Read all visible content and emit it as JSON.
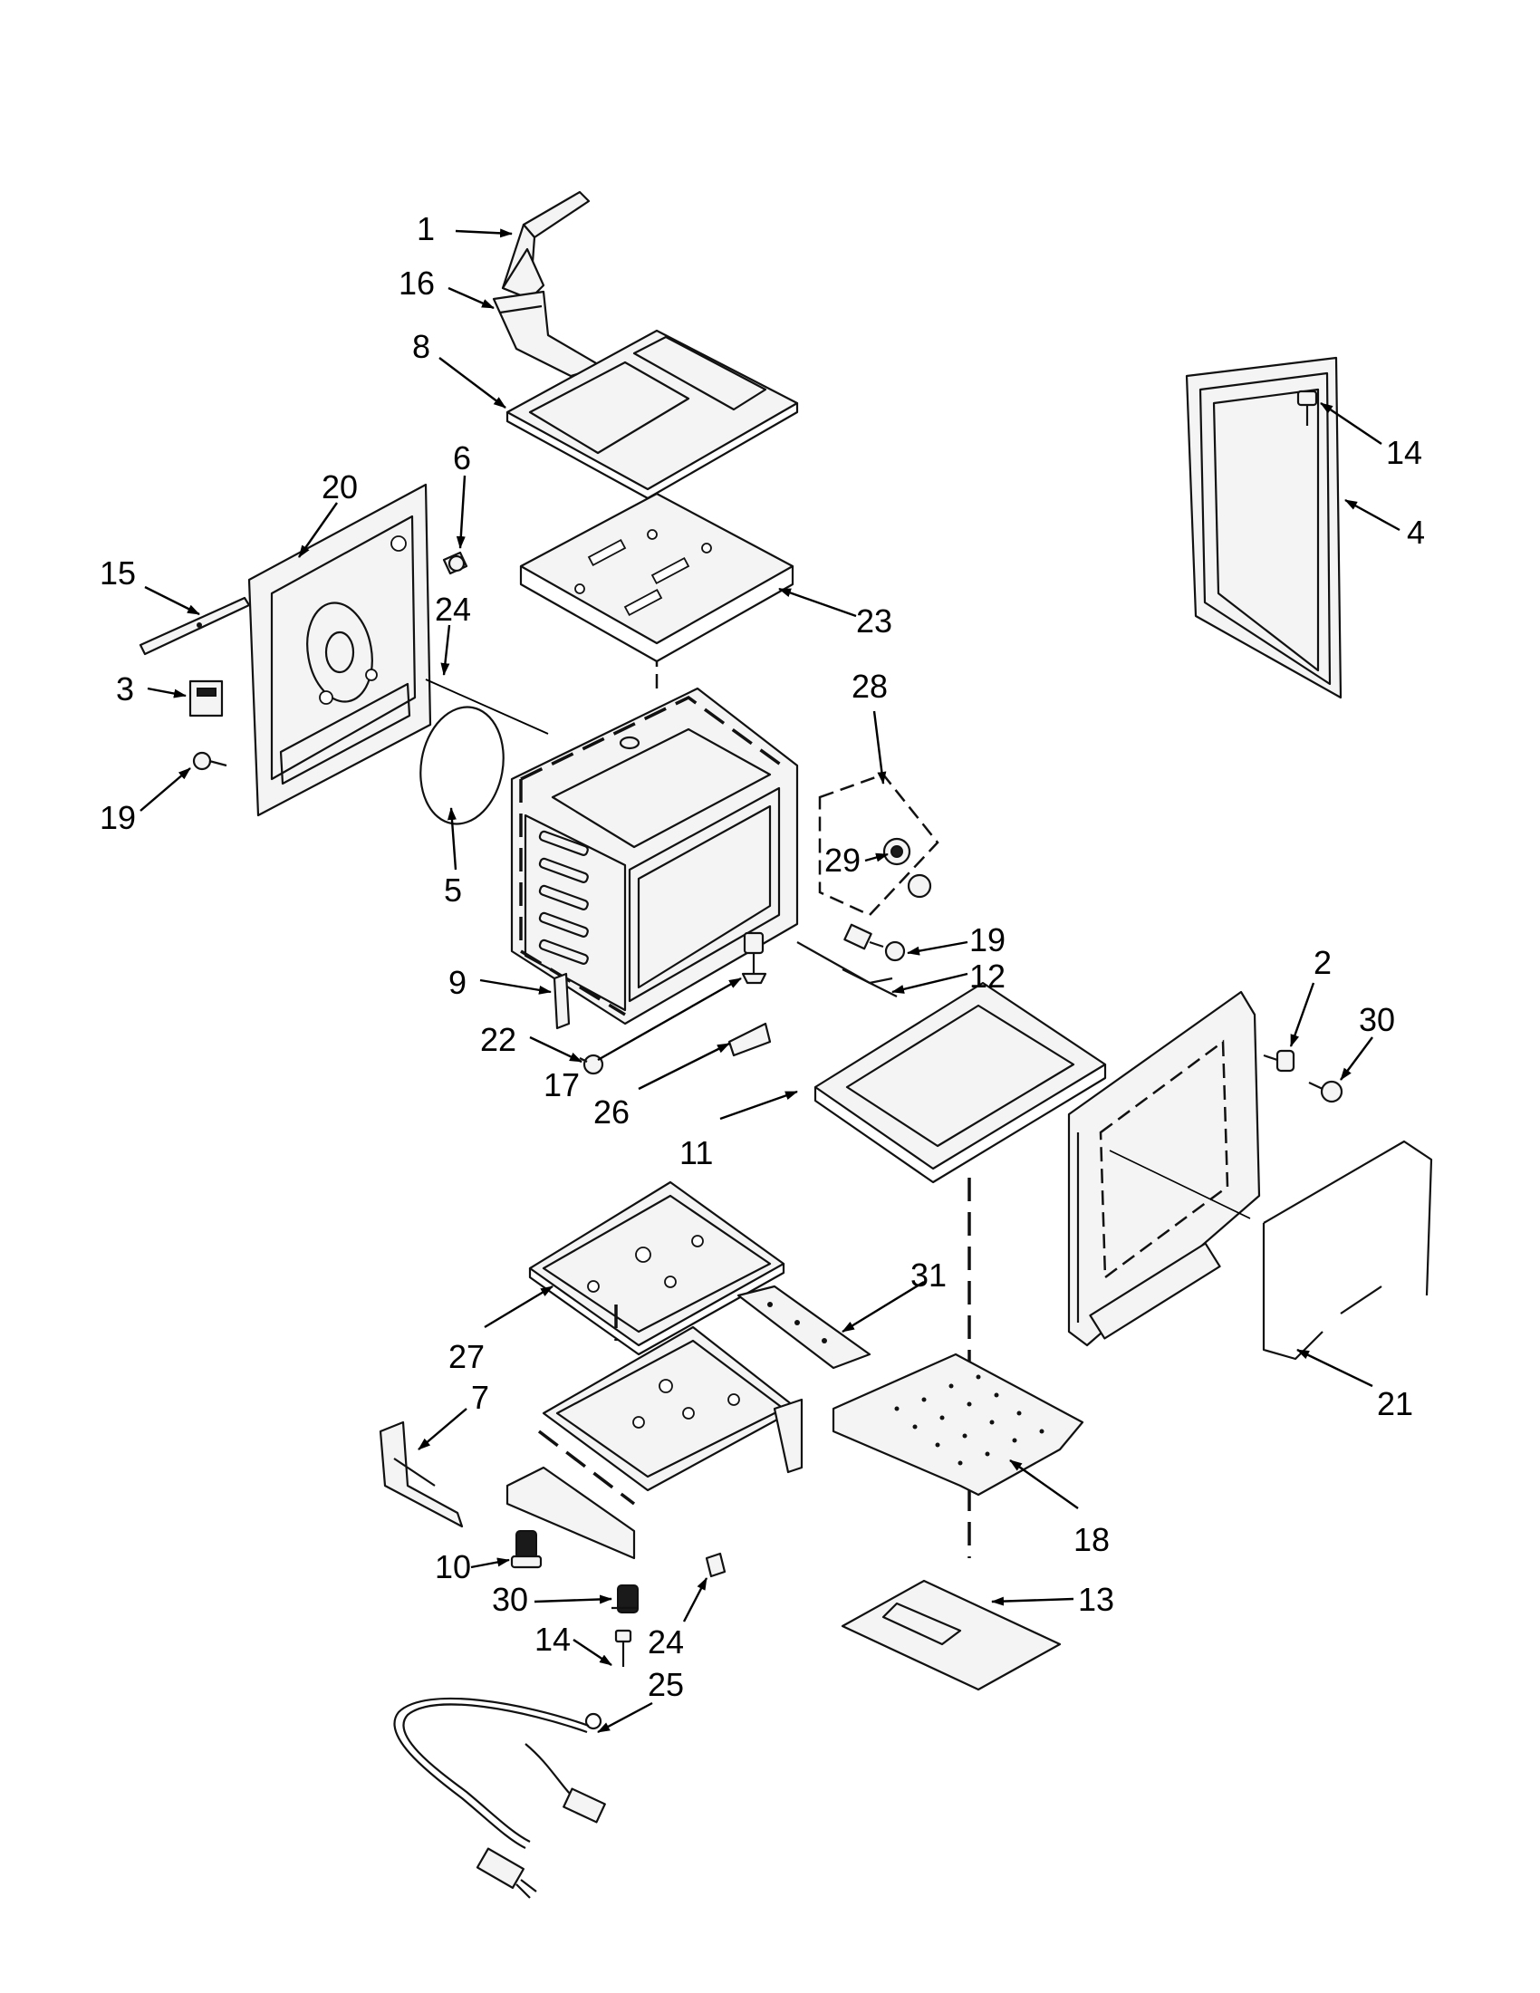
{
  "callouts": [
    {
      "id": "c1",
      "label": "1"
    },
    {
      "id": "c16",
      "label": "16"
    },
    {
      "id": "c8",
      "label": "8"
    },
    {
      "id": "c6",
      "label": "6"
    },
    {
      "id": "c20",
      "label": "20"
    },
    {
      "id": "c15",
      "label": "15"
    },
    {
      "id": "c24a",
      "label": "24"
    },
    {
      "id": "c3",
      "label": "3"
    },
    {
      "id": "c19a",
      "label": "19"
    },
    {
      "id": "c5",
      "label": "5"
    },
    {
      "id": "c23",
      "label": "23"
    },
    {
      "id": "c28",
      "label": "28"
    },
    {
      "id": "c29",
      "label": "29"
    },
    {
      "id": "c19b",
      "label": "19"
    },
    {
      "id": "c12",
      "label": "12"
    },
    {
      "id": "c9",
      "label": "9"
    },
    {
      "id": "c22",
      "label": "22"
    },
    {
      "id": "c17",
      "label": "17"
    },
    {
      "id": "c26",
      "label": "26"
    },
    {
      "id": "c11",
      "label": "11"
    },
    {
      "id": "c2",
      "label": "2"
    },
    {
      "id": "c30a",
      "label": "30"
    },
    {
      "id": "c14a",
      "label": "14"
    },
    {
      "id": "c4",
      "label": "4"
    },
    {
      "id": "c31",
      "label": "31"
    },
    {
      "id": "c27",
      "label": "27"
    },
    {
      "id": "c7",
      "label": "7"
    },
    {
      "id": "c21",
      "label": "21"
    },
    {
      "id": "c18",
      "label": "18"
    },
    {
      "id": "c10",
      "label": "10"
    },
    {
      "id": "c30b",
      "label": "30"
    },
    {
      "id": "c14b",
      "label": "14"
    },
    {
      "id": "c24b",
      "label": "24"
    },
    {
      "id": "c25",
      "label": "25"
    },
    {
      "id": "c13",
      "label": "13"
    }
  ]
}
